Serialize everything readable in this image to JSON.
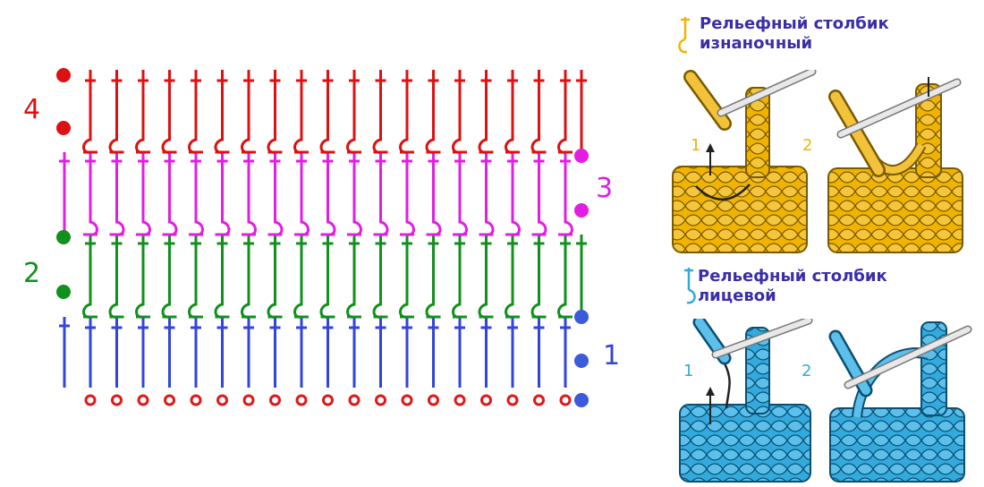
{
  "chart": {
    "row_numbers": [
      {
        "label": "1",
        "color": "#3344dd"
      },
      {
        "label": "2",
        "color": "#11901e"
      },
      {
        "label": "3",
        "color": "#e21ee2"
      },
      {
        "label": "4",
        "color": "#dd1111"
      }
    ],
    "columns": 19,
    "colors": {
      "chain": "#e01818",
      "row1": "#3344dd",
      "row2": "#11901e",
      "row3": "#e21ee2",
      "row4": "#dd1111",
      "turn_right": "#3b5bdb"
    }
  },
  "legend": {
    "back_post": {
      "title_line1": "Рельефный столбик",
      "title_line2": "изнаночный",
      "color": "#f0b400",
      "steps": [
        "1",
        "2"
      ]
    },
    "front_post": {
      "title_line1": "Рельефный столбик",
      "title_line2": "лицевой",
      "color": "#33aadd",
      "steps": [
        "1",
        "2"
      ]
    }
  }
}
